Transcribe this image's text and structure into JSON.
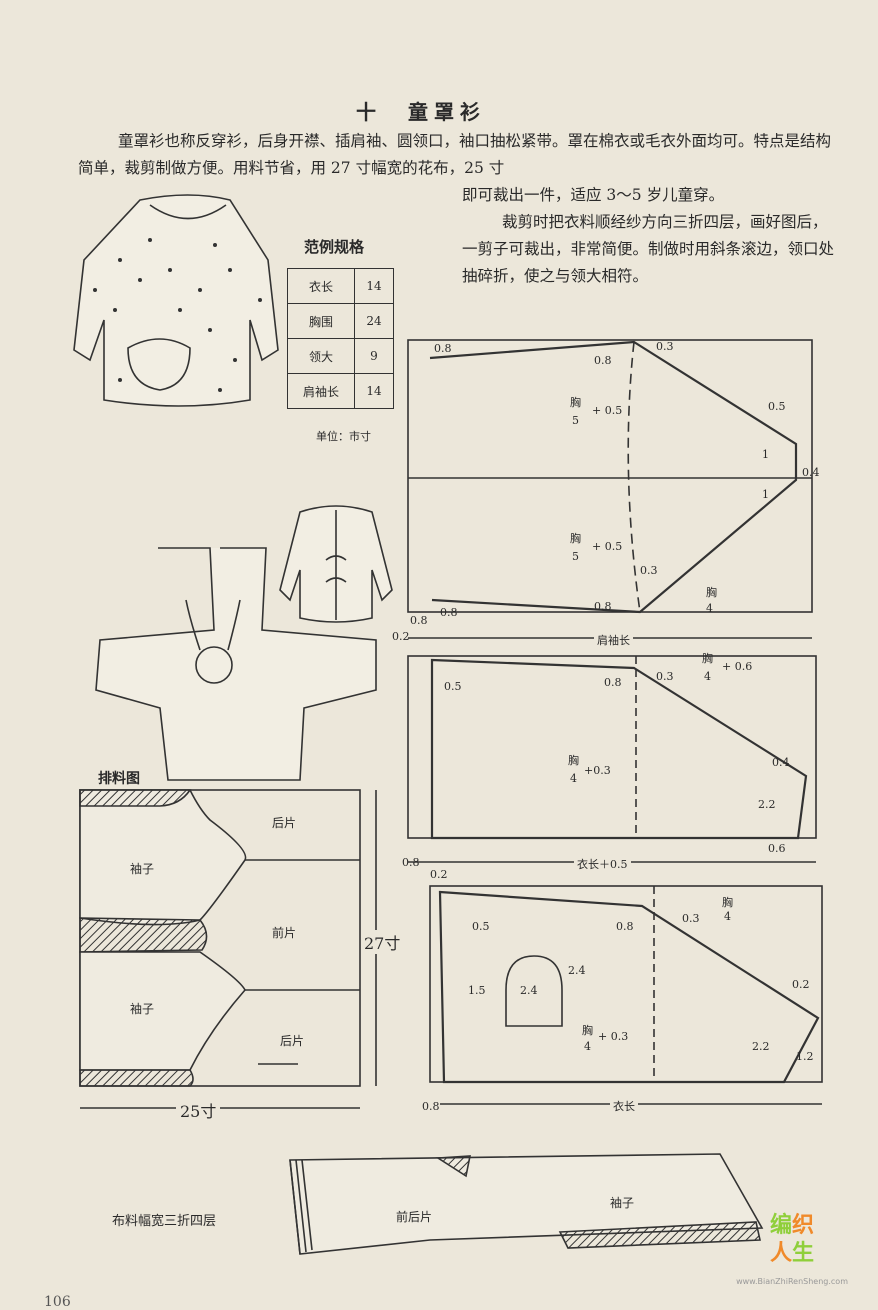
{
  "title": "十　童罩衫",
  "paragraph": {
    "line1": "童罩衫也称反穿衫，后身开襟、插肩袖、圆领口，袖口抽松紧带。罩在棉衣或毛衣外面均可。特点是结构简单，裁剪制做方便。用料节省，用 27 寸幅宽的花布，25 寸",
    "line2": "即可裁出一件，适应 3～5 岁儿童穿。",
    "line3": "裁剪时把衣料顺经纱方向三折四层，画好图后，一剪子可裁出，非常简便。制做时用斜条滚边，领口处抽碎折，使之与领大相符。"
  },
  "spec_table": {
    "title": "范例规格",
    "rows": [
      {
        "label": "衣长",
        "value": "14"
      },
      {
        "label": "胸围",
        "value": "24"
      },
      {
        "label": "领大",
        "value": "9"
      },
      {
        "label": "肩袖长",
        "value": "14"
      }
    ],
    "unit": "单位：市寸"
  },
  "layout_diagram": {
    "title": "排料图",
    "width_label": "25寸",
    "height_label": "27寸",
    "pieces": [
      "后片",
      "袖子",
      "前片",
      "袖子",
      "后片"
    ]
  },
  "sleeve_pattern": {
    "labels": [
      "0.8",
      "0.8",
      "0.3",
      "胸",
      "5",
      "+ 0.5",
      "0.5",
      "1",
      "0.4",
      "1",
      "胸",
      "5",
      "+ 0.5",
      "0.3",
      "0.8",
      "0.8",
      "0.8",
      "0.2",
      "胸",
      "4",
      "肩袖长"
    ]
  },
  "back_pattern": {
    "labels": [
      "0.5",
      "0.8",
      "0.3",
      "胸",
      "4",
      "+ 0.6",
      "胸",
      "4",
      "+0.3",
      "0.4",
      "2.2",
      "0.8",
      "衣长＋0.5",
      "0.6"
    ]
  },
  "front_pattern": {
    "labels": [
      "0.2",
      "0.5",
      "0.8",
      "0.3",
      "胸",
      "4",
      "1.5",
      "2.4",
      "2.4",
      "胸",
      "4",
      "+ 0.3",
      "0.2",
      "2.2",
      "1.2",
      "0.8",
      "衣长"
    ]
  },
  "fold_diagram": {
    "note": "布料幅宽三折四层",
    "front_back_label": "前后片",
    "sleeve_label": "袖子"
  },
  "watermark": {
    "line1a": "编",
    "line1b": "织",
    "line2a": "人",
    "line2b": "生",
    "site": "www.BianZhiRenSheng.com"
  },
  "page_number": "106"
}
